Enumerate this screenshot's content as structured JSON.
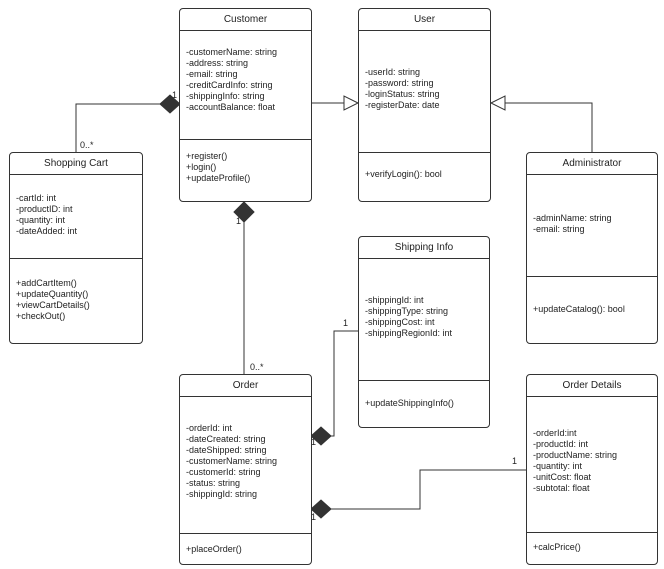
{
  "classes": {
    "customer": {
      "name": "Customer",
      "attributes": [
        "-customerName: string",
        "-address: string",
        "-email: string",
        "-creditCardInfo: string",
        "-shippingInfo: string",
        "-accountBalance: float"
      ],
      "methods": [
        "+register()",
        "+login()",
        "+updateProfile()"
      ]
    },
    "user": {
      "name": "User",
      "attributes": [
        "-userId: string",
        "-password: string",
        "-loginStatus: string",
        "-registerDate: date"
      ],
      "methods": [
        "+verifyLogin(): bool"
      ]
    },
    "shopping_cart": {
      "name": "Shopping Cart",
      "attributes": [
        "-cartId: int",
        "-productID: int",
        "-quantity: int",
        "-dateAdded: int"
      ],
      "methods": [
        "+addCartItem()",
        "+updateQuantity()",
        "+viewCartDetails()",
        "+checkOut()"
      ]
    },
    "administrator": {
      "name": "Administrator",
      "attributes": [
        "-adminName: string",
        "-email: string"
      ],
      "methods": [
        "+updateCatalog(): bool"
      ]
    },
    "shipping_info": {
      "name": "Shipping Info",
      "attributes": [
        "-shippingId: int",
        "-shippingType: string",
        "-shippingCost: int",
        "-shippingRegionId: int"
      ],
      "methods": [
        "+updateShippingInfo()"
      ]
    },
    "order": {
      "name": "Order",
      "attributes": [
        "-orderId: int",
        "-dateCreated: string",
        "-dateShipped: string",
        "-customerName: string",
        "-customerId: string",
        "-status: string",
        "-shippingId: string"
      ],
      "methods": [
        "+placeOrder()"
      ]
    },
    "order_details": {
      "name": "Order Details",
      "attributes": [
        "-orderId:int",
        "-productId: int",
        "-productName: string",
        "-quantity: int",
        "-unitCost: float",
        "-subtotal: float"
      ],
      "methods": [
        "+calcPrice()"
      ]
    }
  },
  "multiplicities": {
    "customer_cart_customer": "1",
    "customer_cart_cart": "0..*",
    "customer_order_customer": "1",
    "customer_order_order": "0..*",
    "order_shipping_shipping": "1",
    "order_shipping_order": "1",
    "order_details_details": "1",
    "order_details_order": "1"
  }
}
